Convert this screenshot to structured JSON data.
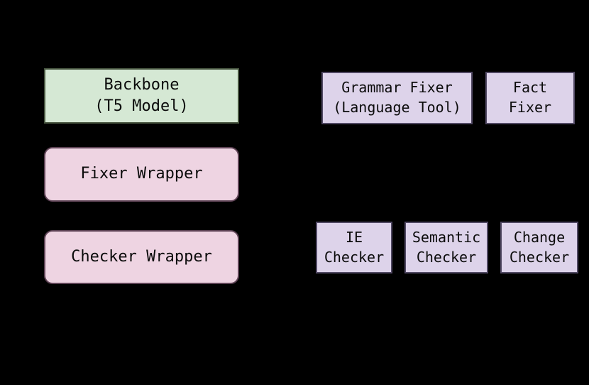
{
  "diagram": {
    "background_color": "#000000",
    "text_color": "#0b0b0b",
    "palette": {
      "green_fill": "#d5e8d4",
      "green_stroke": "#47553f",
      "pink_fill": "#eed4e2",
      "pink_stroke": "#5e4355",
      "purple_fill": "#ddd3ea",
      "purple_stroke": "#514964"
    },
    "nodes": {
      "backbone": {
        "line1": "Backbone",
        "line2": "(T5 Model)",
        "shape": "rectangle",
        "color_family": "green"
      },
      "fixer_wrapper": {
        "line1": "Fixer Wrapper",
        "shape": "rounded-rectangle",
        "color_family": "pink"
      },
      "checker_wrapper": {
        "line1": "Checker Wrapper",
        "shape": "rounded-rectangle",
        "color_family": "pink"
      },
      "grammar_fixer": {
        "line1": "Grammar Fixer",
        "line2": "(Language Tool)",
        "shape": "rectangle",
        "color_family": "purple"
      },
      "fact_fixer": {
        "line1": "Fact",
        "line2": "Fixer",
        "shape": "rectangle",
        "color_family": "purple"
      },
      "ie_checker": {
        "line1": "IE",
        "line2": "Checker",
        "shape": "rectangle",
        "color_family": "purple"
      },
      "semantic_checker": {
        "line1": "Semantic",
        "line2": "Checker",
        "shape": "rectangle",
        "color_family": "purple"
      },
      "change_checker": {
        "line1": "Change",
        "line2": "Checker",
        "shape": "rectangle",
        "color_family": "purple"
      }
    }
  }
}
